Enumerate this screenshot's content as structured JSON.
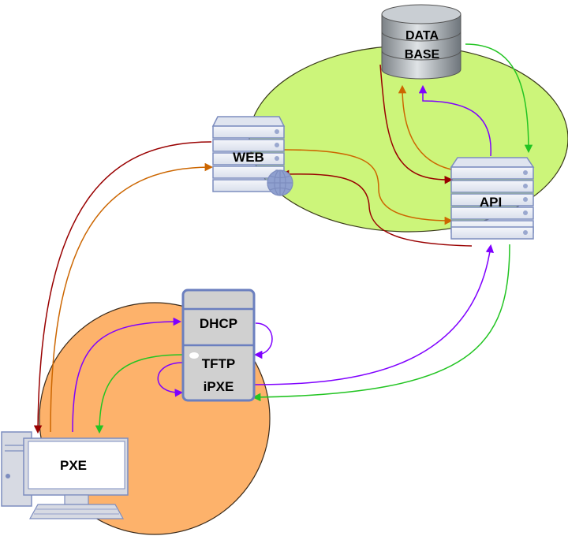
{
  "nodes": {
    "database": {
      "line1": "DATA",
      "line2": "BASE",
      "icon": "database-cylinder-icon"
    },
    "web": {
      "label": "WEB",
      "icon": "web-server-globe-icon"
    },
    "api": {
      "label": "API",
      "icon": "server-rack-icon"
    },
    "dhcp": {
      "label": "DHCP"
    },
    "tftp": {
      "label": "TFTP"
    },
    "ipxe": {
      "label": "iPXE"
    },
    "pxe": {
      "label": "PXE",
      "icon": "desktop-computer-icon"
    }
  },
  "colors": {
    "green_zone": "#ccf57a",
    "orange_zone": "#fdb26b",
    "dark_red": "#990000",
    "orange": "#cc6600",
    "purple": "#7f00ff",
    "green": "#22c422",
    "server_fill": "#e8ebf2",
    "server_stroke": "#7d8dbf"
  }
}
